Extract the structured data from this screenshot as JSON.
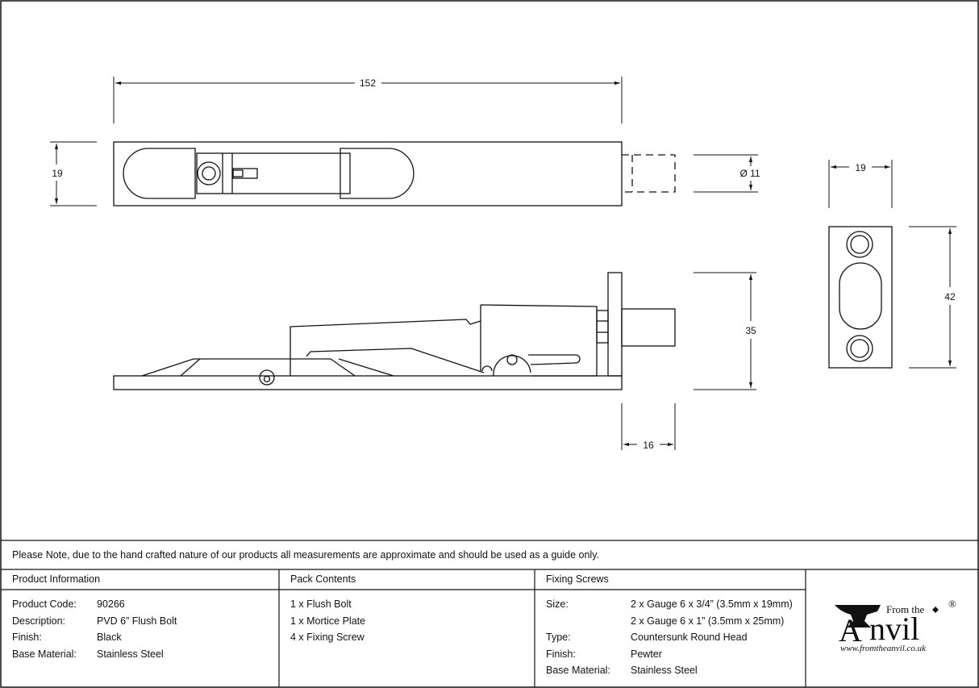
{
  "dimensions": {
    "top_length": "152",
    "top_height": "19",
    "bolt_diameter": "Ø 11",
    "plate_width": "19",
    "plate_height": "42",
    "side_height": "35",
    "bolt_projection": "16"
  },
  "note": "Please Note, due to the hand crafted nature of our products all measurements are approximate and should be used as a guide only.",
  "product_info": {
    "heading": "Product Information",
    "rows": [
      {
        "label": "Product Code:",
        "value": "90266"
      },
      {
        "label": "Description:",
        "value": "PVD 6” Flush Bolt"
      },
      {
        "label": "Finish:",
        "value": "Black"
      },
      {
        "label": "Base Material:",
        "value": "Stainless Steel"
      }
    ]
  },
  "pack_contents": {
    "heading": "Pack Contents",
    "items": [
      "1 x Flush Bolt",
      "1 x Mortice Plate",
      "4 x Fixing Screw"
    ]
  },
  "fixing_screws": {
    "heading": "Fixing Screws",
    "rows": [
      {
        "label": "Size:",
        "value": "2 x Gauge 6 x 3/4” (3.5mm x 19mm)"
      },
      {
        "label": "",
        "value": "2 x Gauge 6 x 1” (3.5mm x 25mm)"
      },
      {
        "label": "Type:",
        "value": "Countersunk Round Head"
      },
      {
        "label": "Finish:",
        "value": "Pewter"
      },
      {
        "label": "Base Material:",
        "value": "Stainless Steel"
      }
    ]
  },
  "logo": {
    "from_text": "From the",
    "brand": "nvil",
    "brand_initial": "A",
    "registered": "®",
    "url": "www.fromtheanvil.co.uk"
  }
}
